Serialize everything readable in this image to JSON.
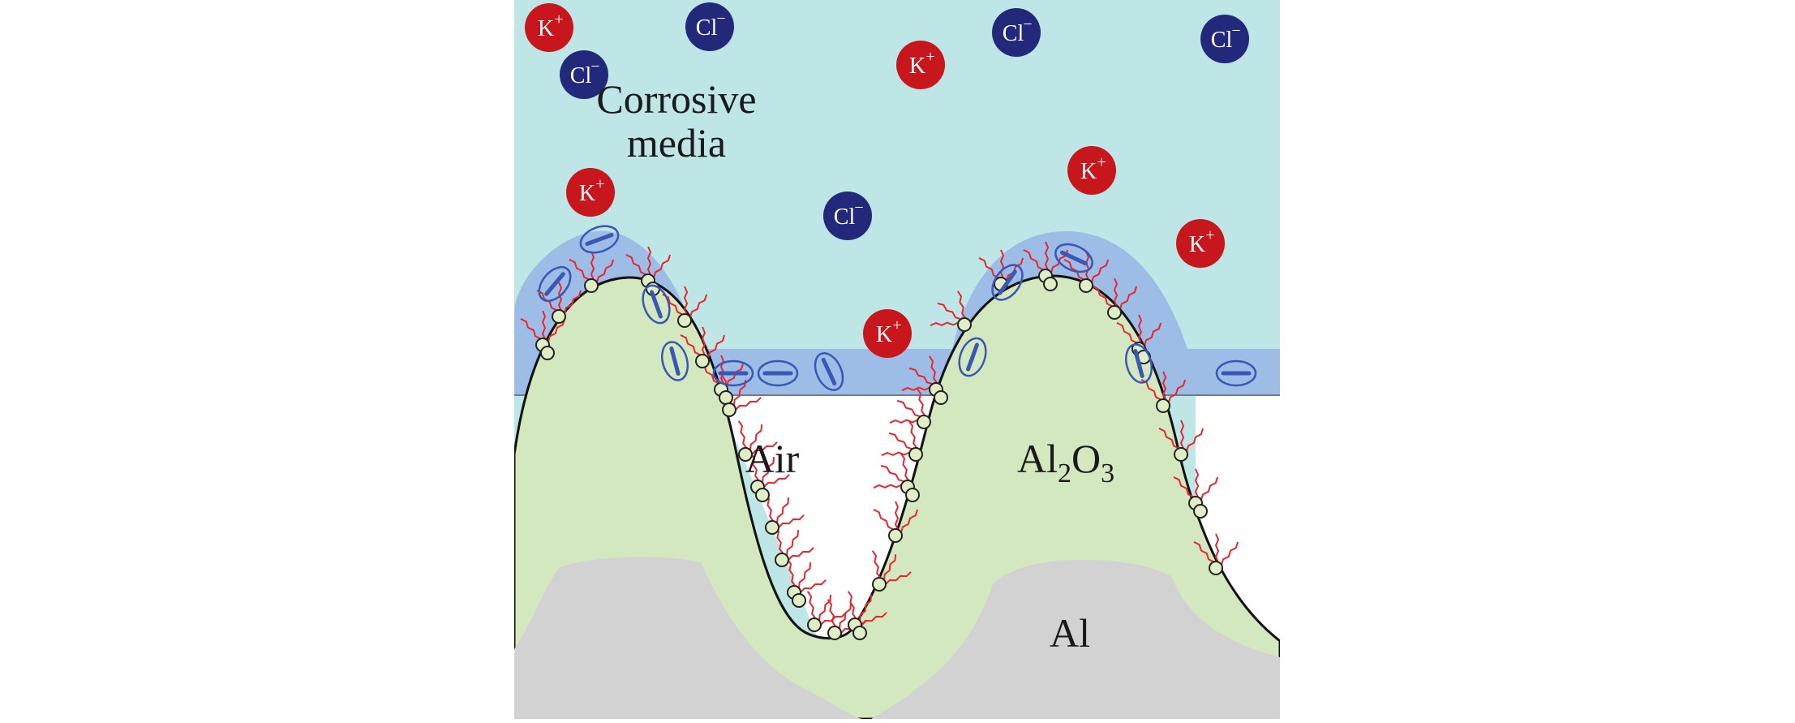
{
  "diagram": {
    "title": "Corrosion protection mechanism on superhydrophobic Al/Al2O3 surface",
    "regions": {
      "media": {
        "label_line1": "Corrosive",
        "label_line2": "media"
      },
      "air": {
        "label": "Air"
      },
      "oxide": {
        "label_main": "Al",
        "label_sub1": "2",
        "label_mid": "O",
        "label_sub2": "3"
      },
      "metal": {
        "label": "Al"
      }
    },
    "ions": {
      "cation": {
        "symbol": "K",
        "charge": "+",
        "color": "#c8161d"
      },
      "anion": {
        "symbol": "Cl",
        "charge": "−",
        "color": "#23297a"
      }
    },
    "colors": {
      "media": "#bfe6e6",
      "adsorbed_layer": "#9dbde6",
      "oxide": "#d4e8bf",
      "metal": "#d2d2d2",
      "chains": "#e8262e",
      "dipole": "#3b57b5"
    }
  }
}
